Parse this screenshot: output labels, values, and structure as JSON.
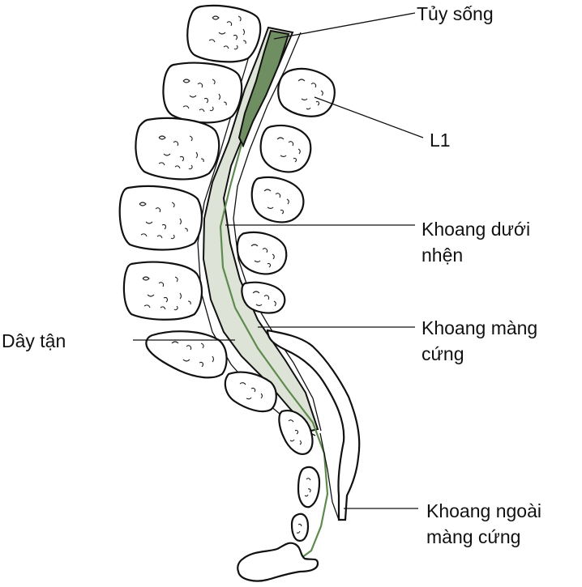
{
  "labels": {
    "spinal_cord": "Tủy sống",
    "l1": "L1",
    "subarachnoid_line1": "Khoang dưới",
    "subarachnoid_line2": "nhện",
    "cauda_equina": "Dây tận",
    "subdural_line1": "Khoang màng",
    "subdural_line2": "cứng",
    "epidural_line1": "Khoang ngoài",
    "epidural_line2": "màng cứng"
  },
  "colors": {
    "spinal_cord_fill": "#6f8f62",
    "subarachnoid_fill": "#dde3d6",
    "filum_line": "#5e8a4e",
    "outline": "#111111"
  }
}
